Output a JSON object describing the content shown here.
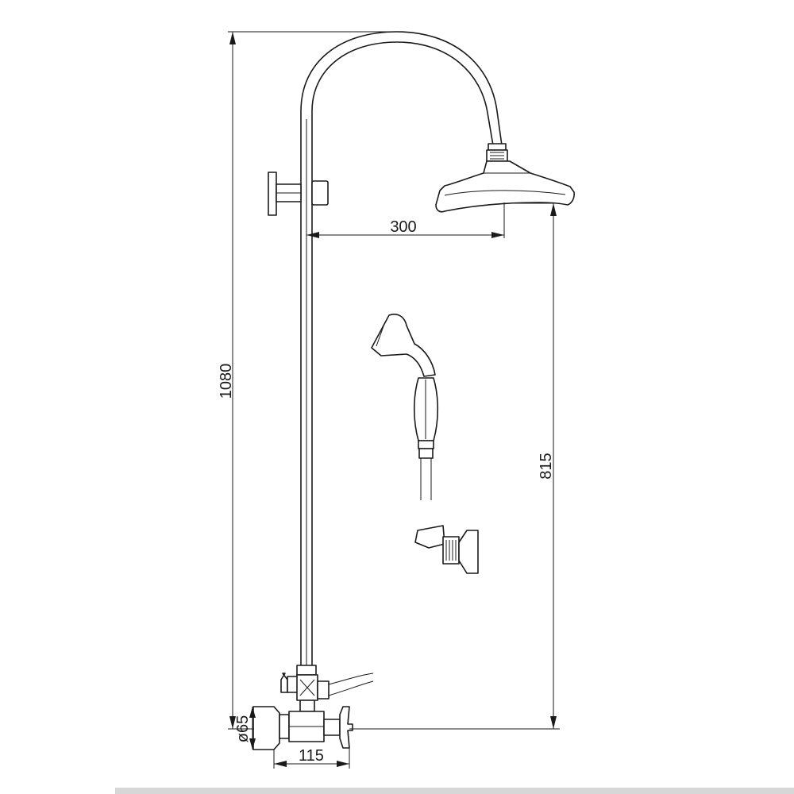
{
  "dimensions": {
    "height_overall": "1080",
    "arm_reach": "300",
    "hand_shower_height": "815",
    "connection_diameter": "ø65",
    "mixer_depth": "115"
  }
}
